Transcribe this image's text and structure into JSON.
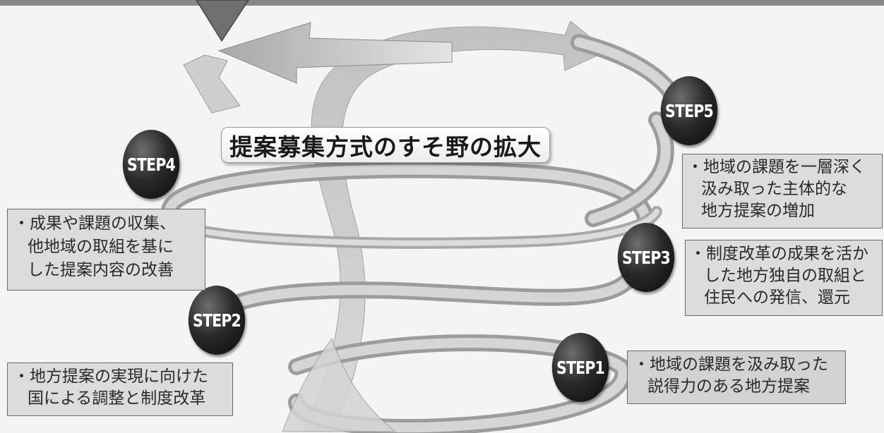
{
  "title": "提案募集方式のすそ野の拡大",
  "steps": [
    {
      "label": "STEP1",
      "lines": [
        "・地域の課題を汲み取った",
        "説得力のある地方提案"
      ]
    },
    {
      "label": "STEP2",
      "lines": [
        "・地方提案の実現に向けた",
        "国による調整と制度改革"
      ]
    },
    {
      "label": "STEP3",
      "lines": [
        "・制度改革の成果を活か",
        "した地方独自の取組と",
        "住民への発信、還元"
      ]
    },
    {
      "label": "STEP4",
      "lines": [
        "・成果や課題の収集、",
        "他地域の取組を基に",
        "した提案内容の改善"
      ]
    },
    {
      "label": "STEP5",
      "lines": [
        "・地域の課題を一層深く",
        "汲み取った主体的な",
        "地方提案の増加"
      ]
    }
  ]
}
